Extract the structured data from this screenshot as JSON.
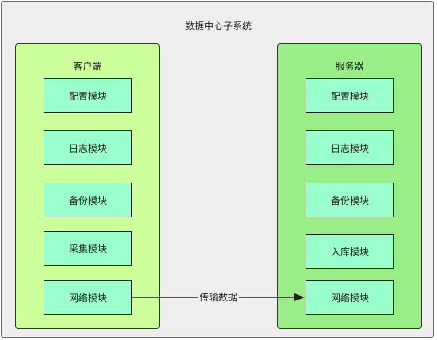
{
  "diagram": {
    "title": "数据中心子系统",
    "client": {
      "title": "客户端",
      "modules": [
        "配置模块",
        "日志模块",
        "备份模块",
        "采集模块",
        "网络模块"
      ]
    },
    "server": {
      "title": "服务器",
      "modules": [
        "配置模块",
        "日志模块",
        "备份模块",
        "入库模块",
        "网络模块"
      ]
    },
    "edge": {
      "label": "传输数据"
    }
  }
}
